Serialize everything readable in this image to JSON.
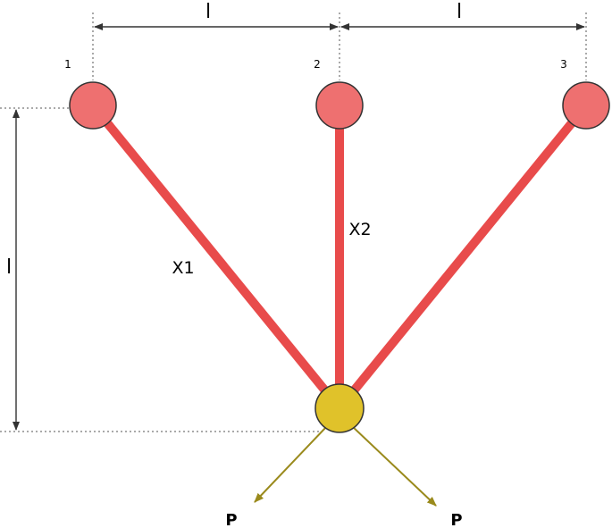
{
  "dimensions": {
    "top_left_span": "l",
    "top_right_span": "l",
    "vertical_span": "l"
  },
  "nodes": {
    "node1_label": "1",
    "node2_label": "2",
    "node3_label": "3"
  },
  "bars": {
    "bar1_label": "X1",
    "bar2_label": "X2"
  },
  "loads": {
    "load_left_label": "P",
    "load_right_label": "P"
  },
  "colors": {
    "bar": "#e84b4b",
    "support_node": "#ee7070",
    "free_node": "#e0c22a",
    "load_arrow": "#9a8a1c",
    "dimension_line": "#333333"
  }
}
